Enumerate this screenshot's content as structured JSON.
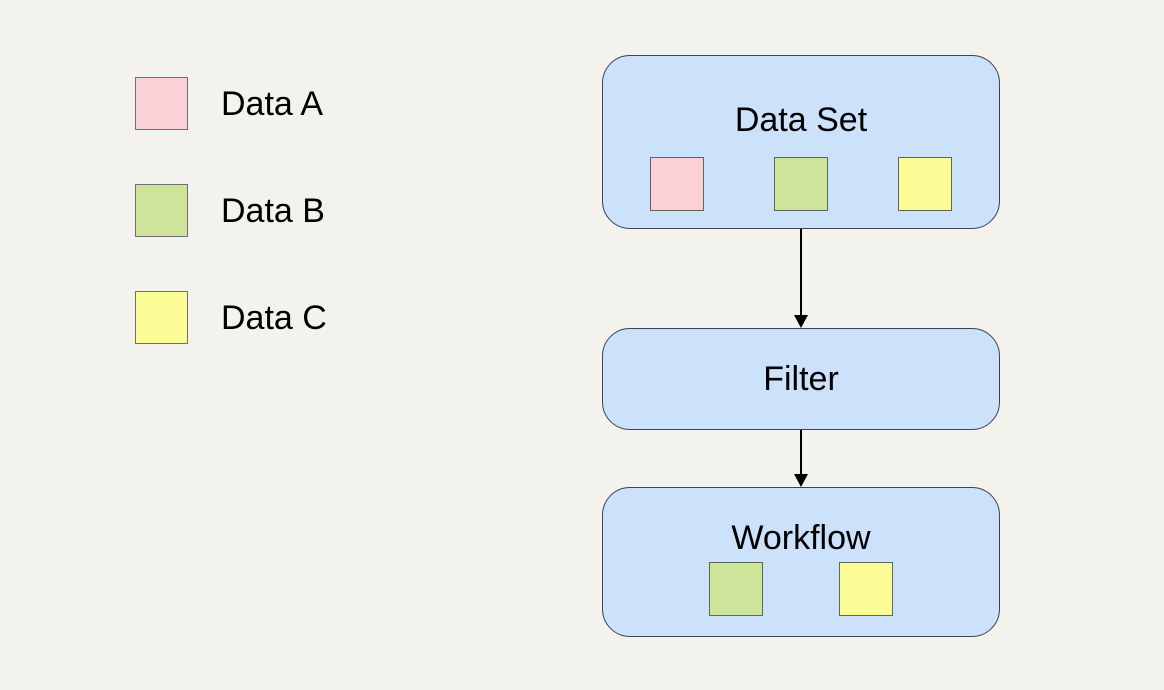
{
  "colors": {
    "background": "#f4f2ed",
    "node_fill": "#cce1fa",
    "node_border": "#3a4358",
    "arrow": "#000000",
    "text": "#000000",
    "data_a": "#fbd0d6",
    "data_b": "#cde49a",
    "data_c": "#fcfc96"
  },
  "legend": {
    "items": [
      {
        "label": "Data A",
        "color": "#fbd0d6"
      },
      {
        "label": "Data B",
        "color": "#cde49a"
      },
      {
        "label": "Data C",
        "color": "#fcfc96"
      }
    ]
  },
  "flow": {
    "nodes": [
      {
        "title": "Data Set",
        "items": [
          {
            "name": "data-a-square",
            "color": "#fbd0d6"
          },
          {
            "name": "data-b-square",
            "color": "#cde49a"
          },
          {
            "name": "data-c-square",
            "color": "#fcfc96"
          }
        ]
      },
      {
        "title": "Filter",
        "items": []
      },
      {
        "title": "Workflow",
        "items": [
          {
            "name": "data-b-square",
            "color": "#cde49a"
          },
          {
            "name": "data-c-square",
            "color": "#fcfc96"
          }
        ]
      }
    ],
    "edges": [
      {
        "from": "Data Set",
        "to": "Filter"
      },
      {
        "from": "Filter",
        "to": "Workflow"
      }
    ]
  }
}
